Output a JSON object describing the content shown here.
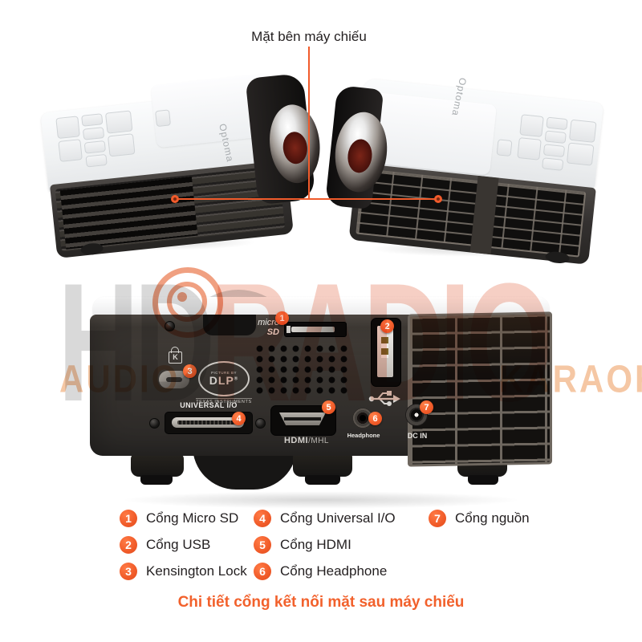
{
  "title": "Mặt bên máy chiếu",
  "caption": "Chi tiết cổng kết nối mặt sau máy chiếu",
  "brand": "Optoma",
  "watermark": {
    "line1_left": "HD",
    "line1_right": "RADIO",
    "line2_left": "AUDIO",
    "line2_right": "KARAOKE"
  },
  "rear_panel": {
    "micro": "micro",
    "sd": "SD",
    "kensington_letter": "K",
    "dlp_picture_by": "PICTURE BY",
    "dlp": "DLP",
    "dlp_reg": "®",
    "dlp_ti": "TEXAS INSTRUMENTS",
    "universal_io": "UNIVERSAL I/O",
    "hdmi": "HDMI",
    "mhl": "/MHL",
    "headphone": "Headphone",
    "dc_in": "DC IN"
  },
  "callouts": [
    "1",
    "2",
    "3",
    "4",
    "5",
    "6",
    "7"
  ],
  "legend": {
    "items": [
      {
        "num": "1",
        "label": "Cổng Micro SD"
      },
      {
        "num": "2",
        "label": "Cổng USB"
      },
      {
        "num": "3",
        "label": "Kensington Lock"
      },
      {
        "num": "4",
        "label": "Cổng Universal I/O"
      },
      {
        "num": "5",
        "label": "Cổng HDMI"
      },
      {
        "num": "6",
        "label": "Cổng Headphone"
      },
      {
        "num": "7",
        "label": "Cổng nguồn"
      }
    ]
  },
  "colors": {
    "accent_orange": "#f05a28",
    "caption_text": "#f2612c",
    "connector_line": "#f15b2b",
    "watermark_gray": "#d9d9d9",
    "watermark_salmon": "#f6cfc4"
  }
}
